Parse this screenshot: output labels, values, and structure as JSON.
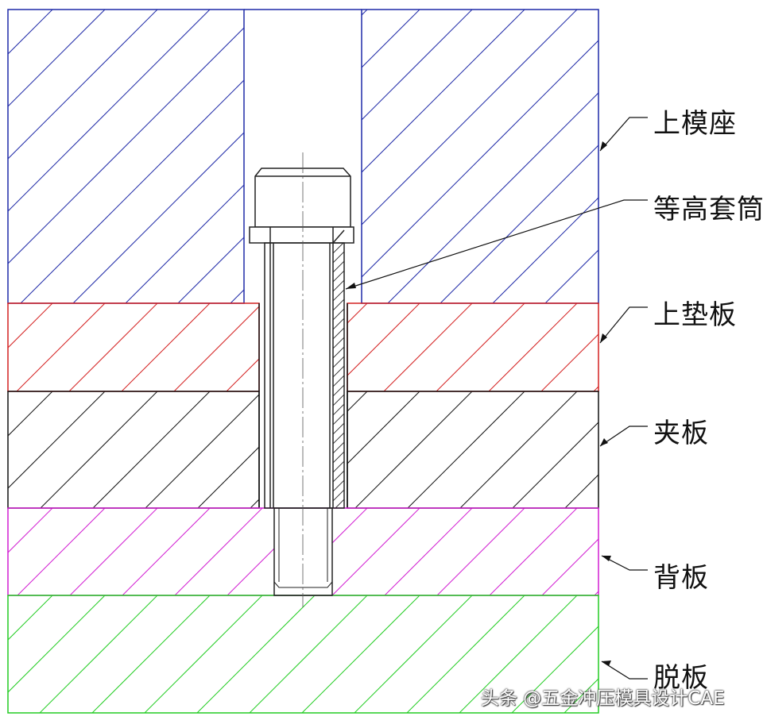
{
  "labels": {
    "upper_die_seat": "上模座",
    "equal_height_sleeve": "等高套筒",
    "upper_pad_plate": "上垫板",
    "clamp_plate": "夹板",
    "back_plate": "背板",
    "stripper_plate": "脱板"
  },
  "watermark": "头条 @五金冲压模具设计CAE",
  "colors": {
    "upper_die_seat": "#1f2aa8",
    "upper_pad_plate": "#d42020",
    "clamp_plate": "#111111",
    "back_plate": "#d21fd2",
    "stripper_plate": "#22cc22",
    "leader": "#111111"
  }
}
